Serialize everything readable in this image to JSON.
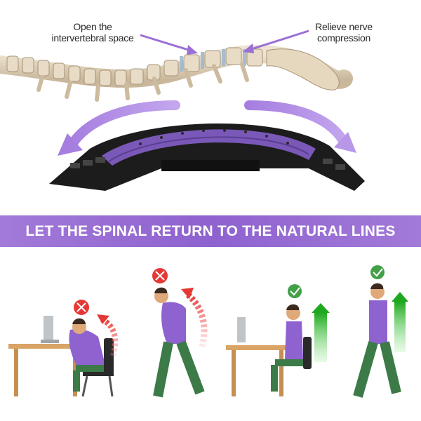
{
  "callouts": {
    "left": {
      "line1": "Open the",
      "line2": "intervertebral space"
    },
    "right": {
      "line1": "Relieve nerve",
      "line2": "compression"
    }
  },
  "banner": {
    "text": "LET THE SPINAL RETURN TO THE NATURAL LINES"
  },
  "colors": {
    "accent": "#9b6fd6",
    "bad": "#e53935",
    "good": "#43a047",
    "device_dark": "#1c1c1c"
  },
  "icons": {
    "bad_posture": "x-circle-icon",
    "good_posture": "check-circle-icon"
  }
}
